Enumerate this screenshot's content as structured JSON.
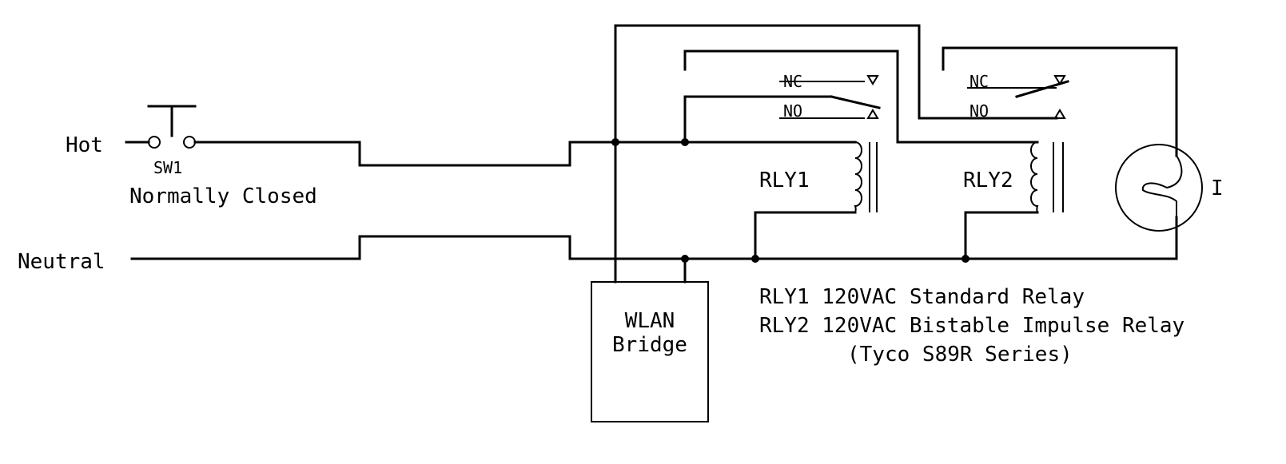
{
  "labels": {
    "hot": "Hot",
    "neutral": "Neutral",
    "sw1": "SW1",
    "sw1_type": "Normally Closed",
    "rly1": "RLY1",
    "rly2": "RLY2",
    "rly1_nc": "NC",
    "rly1_no": "NO",
    "rly2_nc": "NC",
    "rly2_no": "NO",
    "lamp": "I",
    "wlan_line1": "WLAN",
    "wlan_line2": "Bridge"
  },
  "notes": {
    "line1": "RLY1 120VAC Standard Relay",
    "line2": "RLY2 120VAC Bistable Impulse Relay",
    "line3": "(Tyco S89R Series)"
  }
}
